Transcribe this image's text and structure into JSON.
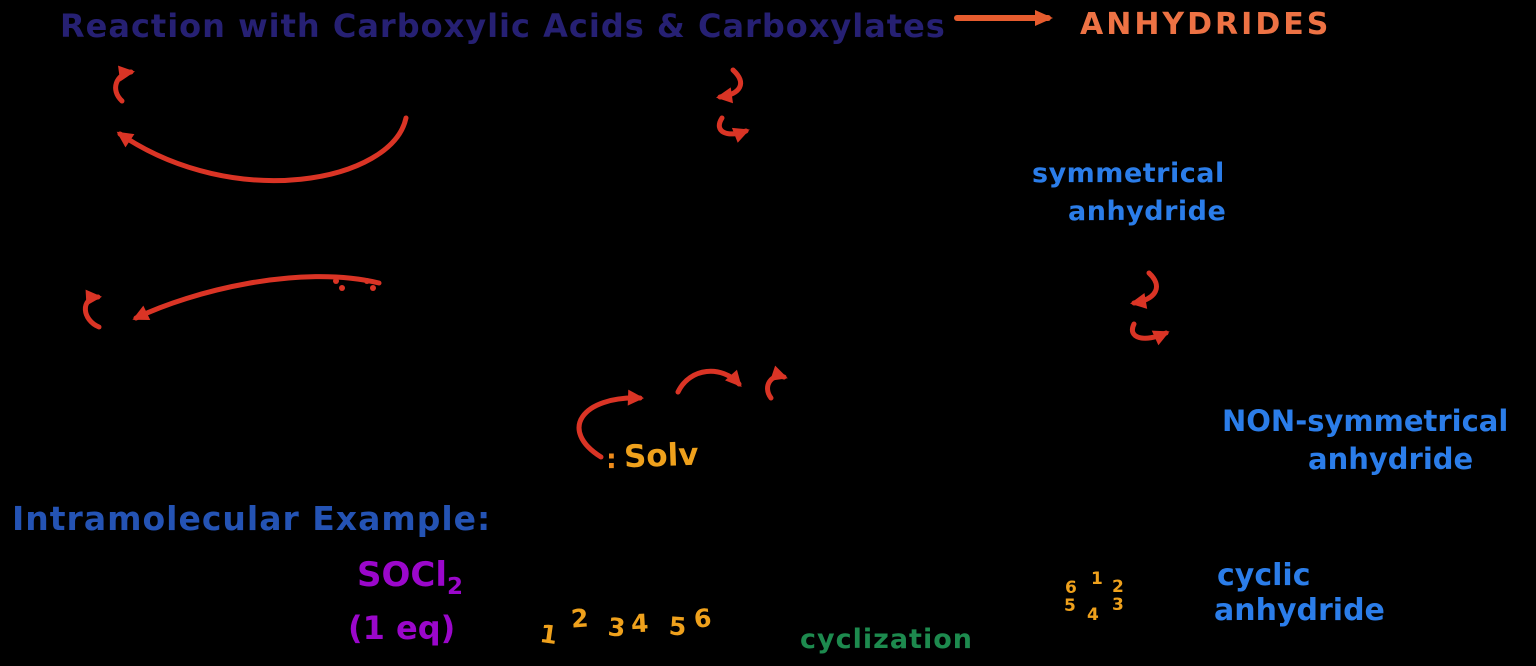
{
  "palette": {
    "background": "#000000",
    "title_ink": "#262073",
    "result_ink": "#ed7244",
    "result_arrow": "#e65c2e",
    "mechanism_arrow_red": "#da3425",
    "bright_blue": "#2b7de9",
    "royal_blue": "#2453b4",
    "purple": "#9b07cb",
    "amber": "#efa11c",
    "orange_colon": "#ef8c1c",
    "green": "#1d8a4e"
  },
  "title": {
    "text": "Reaction with Carboxylic Acids & Carboxylates",
    "result": "ANHYDRIDES"
  },
  "labels": {
    "symmetrical_line1": "symmetrical",
    "symmetrical_line2": "anhydride",
    "non_symmetrical_line1": "NON-symmetrical",
    "non_symmetrical_line2": "anhydride",
    "solvent_colon": ":",
    "solvent": "Solv",
    "intramolecular_heading": "Intramolecular Example:",
    "reagent_formula": "SOCl",
    "reagent_subscript": "2",
    "reagent_equivalents": "(1 eq)",
    "cyclization": "cyclization",
    "cyclic_line1": "cyclic",
    "cyclic_line2": "anhydride",
    "chain_numbers": [
      "1",
      "2",
      "3",
      "4",
      "5",
      "6"
    ],
    "ring_numbers": [
      "1",
      "2",
      "3",
      "4",
      "5",
      "6"
    ]
  },
  "icons": {
    "result_arrow": "straight right arrow",
    "mechanism_arrows": [
      "hook-arrow-top-left",
      "big-arc-arrow-top-left",
      "curl-arrow-pair-top-middle",
      "c-hook-arrow-left",
      "long-arc-arrow-left",
      "lone-pair-dots-left",
      "solvent-attack-arrow",
      "arch-arrow-middle",
      "hook-arrow-middle",
      "curl-arrow-pair-right"
    ]
  }
}
